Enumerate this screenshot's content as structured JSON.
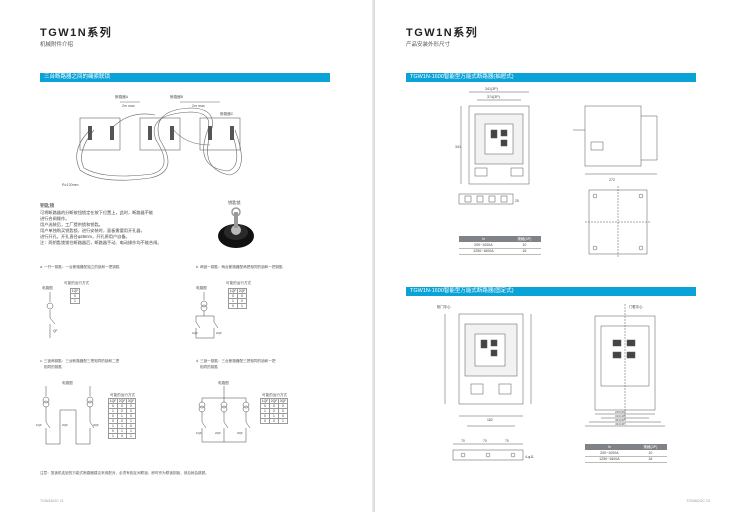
{
  "left": {
    "series_title": "TGW1N系列",
    "subtitle": "机械附件介绍",
    "section_bar": "三台断路器之间的绳索联锁",
    "interlock_labels": {
      "breaker_a": "断路器A",
      "breaker_b": "断路器B",
      "breaker_c": "断路器C",
      "dim1": "2m max",
      "dim2": "2m max",
      "radius": "R≥120mm"
    },
    "lock_title": "钥匙锁",
    "lock_lines": [
      "可将断路器的分断按钮锁定在按下位置上，此时，断路器不能",
      "进行合闸操作。",
      "用户选装后，工厂提供锁和钥匙。",
      "用户单独购买钥匙锁，进行安装时，面板需要用开孔器，",
      "进行开孔，开孔直径φ28mm，开孔原用户自备。",
      "注：两钥匙锁锁住断路器后，断路器手动、电动操作均不能合闸。"
    ],
    "lock_image_label": "钥匙锁",
    "scheme_a": {
      "title": "a. 一开一钥匙：一台断路器配独立的锁和一把钥匙",
      "col_label": "电路图",
      "table_label": "可能的运行方式",
      "rows": [
        [
          "1QF"
        ],
        [
          "0"
        ],
        [
          "1"
        ]
      ],
      "qf": "QF"
    },
    "scheme_b": {
      "title": "b. 两锁一钥匙：两台断路器配两把相同的锁和一把钥匙",
      "col_label": "电路图",
      "table_label": "可能的运行方式",
      "header": [
        "1QF",
        "2QF"
      ],
      "rows": [
        [
          "0",
          "0"
        ],
        [
          "1",
          "0"
        ],
        [
          "0",
          "1"
        ]
      ],
      "qf1": "1QF",
      "qf2": "2QF"
    },
    "scheme_c": {
      "title": "c. 三锁两钥匙：三台断路器配三把相同的锁和二把",
      "title2": "相同的钥匙",
      "col_label": "电路图",
      "table_label": "可能的运行方式",
      "header": [
        "1QF",
        "2QF",
        "3QF"
      ],
      "rows": [
        [
          "0",
          "0",
          "0"
        ],
        [
          "1",
          "0",
          "0"
        ],
        [
          "0",
          "1",
          "0"
        ],
        [
          "0",
          "0",
          "1"
        ],
        [
          "1",
          "1",
          "0"
        ],
        [
          "0",
          "1",
          "1"
        ],
        [
          "1",
          "0",
          "1"
        ]
      ],
      "qf1": "1QF",
      "qf2": "2QF",
      "qf3": "3QF"
    },
    "scheme_d": {
      "title": "d. 三锁一钥匙：三台断路器配三把相同的锁和一把",
      "title2": "相同的钥匙",
      "col_label": "电路图",
      "table_label": "可能的运行方式",
      "header": [
        "1QF",
        "2QF",
        "3QF"
      ],
      "rows": [
        [
          "0",
          "0",
          "0"
        ],
        [
          "1",
          "0",
          "0"
        ],
        [
          "0",
          "1",
          "0"
        ],
        [
          "0",
          "0",
          "1"
        ]
      ],
      "qf1": "1QF",
      "qf2": "2QF",
      "qf3": "3QF"
    },
    "note": "注意：笼锁机连锁的万能式断路器建议采用配对，必须有相互间联锁，即时作为联锁钥锁，然后就会跳脱。",
    "footer": "TGW&DOC 21"
  },
  "right": {
    "series_title": "TGW1N系列",
    "subtitle": "产品安装外形尺寸",
    "bar1": "TGW1N-1600智能型万能式断路器(抽屉式)",
    "bar2": "TGW1N-1600智能型万能式断路器(固定式)",
    "draw_dims": {
      "w1": "341(3P)",
      "w2": "374(3P)",
      "w3": "25",
      "side": "272",
      "h": "341"
    },
    "fixed_dims": {
      "door": "门框中心",
      "center": "柜门中心",
      "bottom1": "70",
      "bottom2": "70",
      "bottom3": "70",
      "hole": "4-φ11",
      "w": "182",
      "tbl1": "240(3P)",
      "tbl2": "310(4P)",
      "tbl3": "362(3P)",
      "tbl4": "432(4P)"
    },
    "table_header": [
      "In",
      "规格(3P)"
    ],
    "table1_rows": [
      [
        "200~1000A",
        "10"
      ],
      [
        "1250~1600A",
        "16"
      ]
    ],
    "table2_rows": [
      [
        "200~1000A",
        "10"
      ],
      [
        "1250~1600A",
        "16"
      ]
    ],
    "footer": "TGW&DOC 23"
  }
}
